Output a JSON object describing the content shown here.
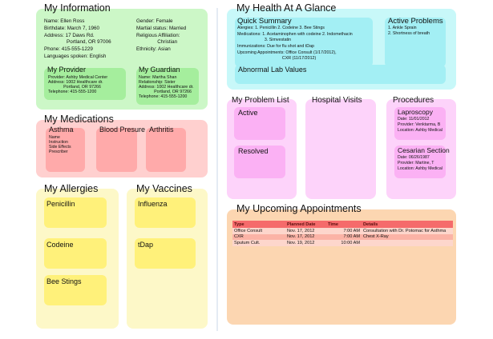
{
  "info": {
    "title": "My Information",
    "left": [
      "Name: Ellen Ross",
      "Birthdate: March 7, 1960",
      "Address: 17 Daws Rd.",
      "                Portland, OR 97006",
      "Phone: 415-555-1229",
      "Languages spoken: English"
    ],
    "right": [
      "Gender: Female",
      "Martial status: Married",
      "Religious Affiliation:",
      "               Christian",
      "Ethnicity: Asian"
    ],
    "provider": {
      "title": "My Provider",
      "lines": [
        "Provider: Ashby Medical Center",
        "Address: 1002 Healthcare dr.",
        "             Portland, OR 97266",
        "Telephone: 415-555-1200"
      ]
    },
    "guardian": {
      "title": "My Guardian",
      "lines": [
        "Name: Martha Shan",
        "Relationship: Sister",
        "Address: 1002 Healthcare dr.",
        "             Portland, OR 97266",
        "Telephone: 415-555-1200"
      ]
    }
  },
  "meds": {
    "title": "My Medications",
    "items": [
      {
        "label": "Asthma",
        "lines": [
          "Name",
          "Instruction",
          "Side Effects",
          "Prescriber"
        ]
      },
      {
        "label": "Blood Presure"
      },
      {
        "label": "Arthritis"
      }
    ]
  },
  "allergies": {
    "title": "My Allergies",
    "items": [
      "Penicillin",
      "Codeine",
      "Bee Stings"
    ]
  },
  "vaccines": {
    "title": "My Vaccines",
    "items": [
      "Influenza",
      "tDap"
    ]
  },
  "glance": {
    "title": "My Health At A Glance",
    "quick": {
      "title": "Quick Summary",
      "lines": [
        "Alergies: 1. Penicillin 2. Codeine 3. Bee Stings",
        "Medications: 1. Acetaminophen with codeine 2. Indomethacin",
        "                       3. Simvestatin",
        "Immunizations: Due for flu shot and tDap",
        "Upcoming Appointments: Office Consult (1/17/2012),",
        "                                      CXR (11/17/2012)"
      ]
    },
    "active": {
      "title": "Active Problems",
      "lines": [
        "1. Ankle Sprain",
        "2. Shortness of breath"
      ]
    },
    "lab": "Abnormal Lab Values"
  },
  "problems": {
    "title": "My Problem List",
    "items": [
      "Active",
      "Resolved"
    ]
  },
  "visits": {
    "title": "Hospital Visits"
  },
  "procedures": {
    "title": "Procedures",
    "items": [
      {
        "name": "Laproscopy",
        "lines": [
          "Date: 11/01/2012",
          "Provider: Venktarma, B",
          "Location: Ashby Medical"
        ]
      },
      {
        "name": "Cesarian Section",
        "lines": [
          "Date: 06/26/1987",
          "Provider: Martine, T",
          "Location: Ashby Medical"
        ]
      }
    ]
  },
  "appointments": {
    "title": "My Upcoming Appointments",
    "headers": [
      "Type",
      "Planned Date",
      "Time",
      "Details"
    ],
    "rows": [
      [
        "Office Consult",
        "Nov. 17, 2012",
        "7:00 AM",
        "Consultation with Dr. Potomac for Asthma"
      ],
      [
        "CXR",
        "Nov. 17, 2012",
        "7:00 AM",
        "Chest X-Ray"
      ],
      [
        "Sputum Cult.",
        "Nov. 19, 2012",
        "10:00 AM",
        ""
      ]
    ]
  },
  "colors": {
    "info": "#ccf7c7",
    "info_sub": "#a5ee9d",
    "meds": "#ffd0cf",
    "meds_sub": "#ffaaaa",
    "aller": "#fdf8c8",
    "aller_sub": "#fff17a",
    "glance": "#c8f8f9",
    "glance_sub": "#a3eff4",
    "prob": "#fdd3fa",
    "prob_sub": "#fbb1f4",
    "appt": "#fcd6b1"
  }
}
